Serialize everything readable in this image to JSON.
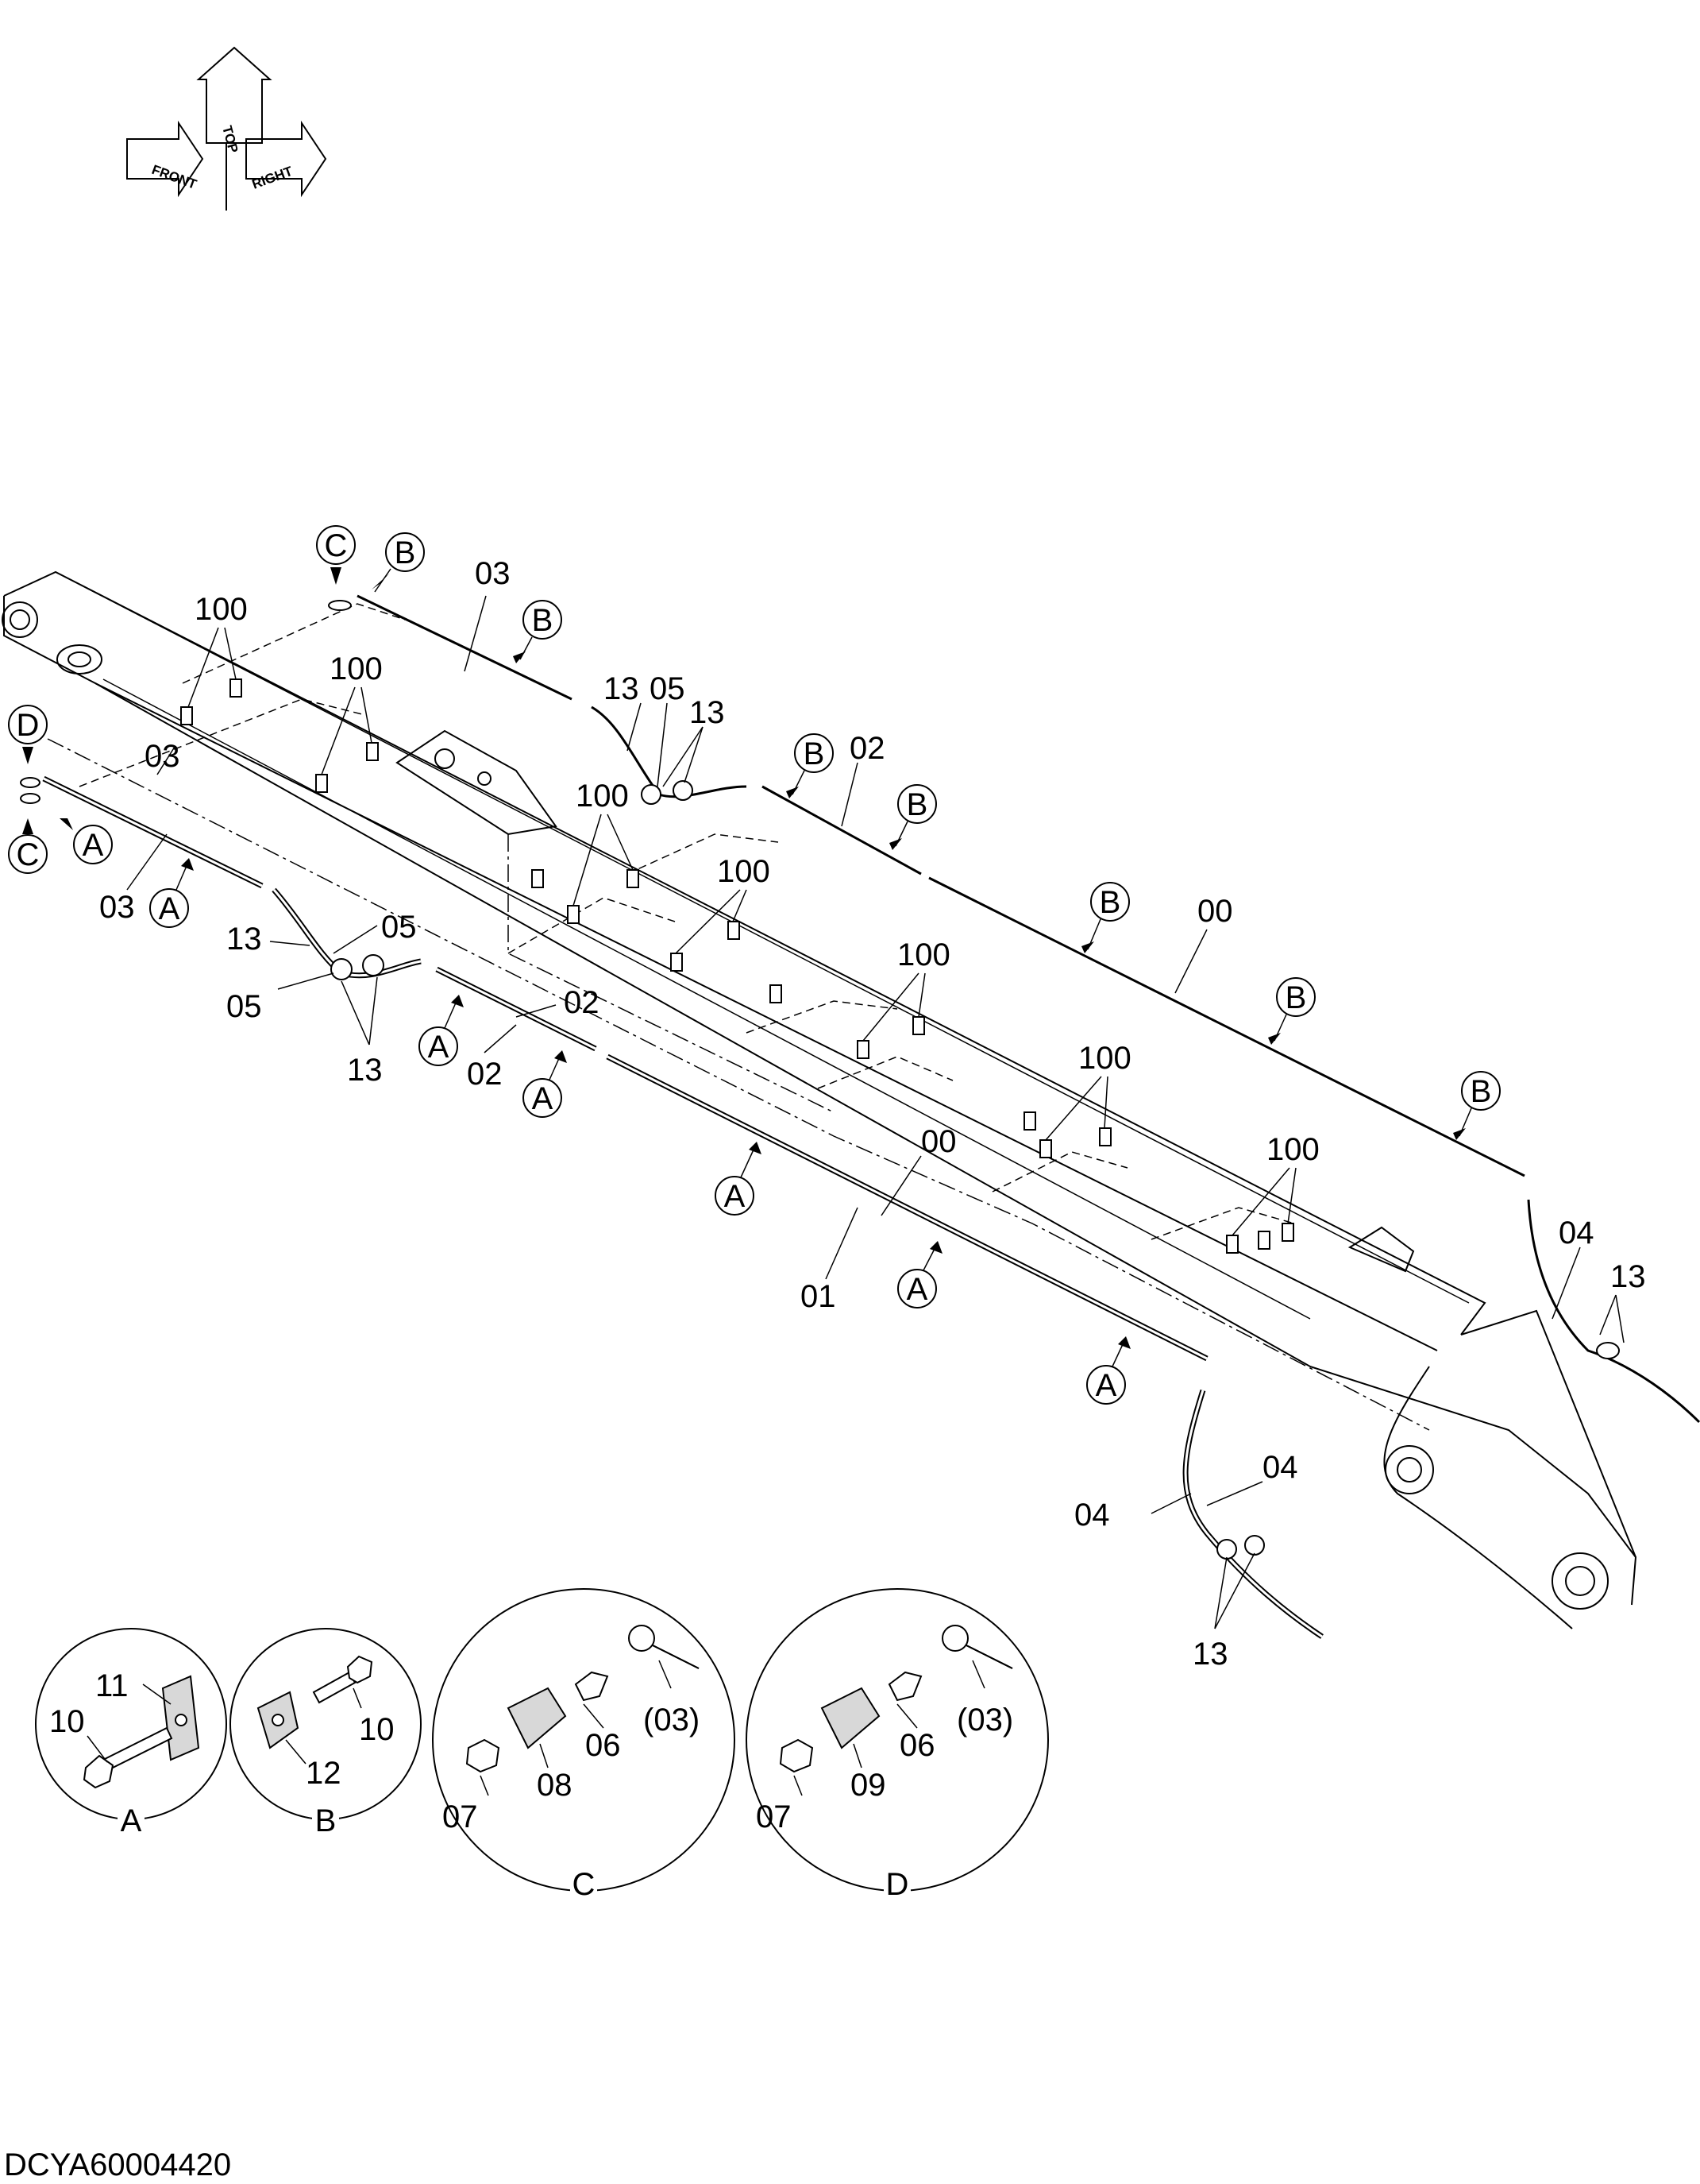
{
  "orientation": {
    "front": "FRONT",
    "top": "TOP",
    "right": "RIGHT"
  },
  "diagram_code": "DCYA60004420",
  "callouts": {
    "c_00_top": "00",
    "c_00_bot": "00",
    "c_01": "01",
    "c_02_top": "02",
    "c_02_mid": "02",
    "c_02_bot": "02",
    "c_03_top": "03",
    "c_03_left1": "03",
    "c_03_left2": "03",
    "c_04_right": "04",
    "c_04_low1": "04",
    "c_04_low2": "04",
    "c_05_top": "05",
    "c_05_left1": "05",
    "c_05_left2": "05",
    "c_13_top1": "13",
    "c_13_top2": "13",
    "c_13_left1": "13",
    "c_13_left2": "13",
    "c_13_right": "13",
    "c_13_low": "13",
    "c_100_1": "100",
    "c_100_2": "100",
    "c_100_3": "100",
    "c_100_4": "100",
    "c_100_5": "100",
    "c_100_6": "100",
    "c_100_7": "100"
  },
  "ref_markers": {
    "B1": "B",
    "B2": "B",
    "B3": "B",
    "B4": "B",
    "B5": "B",
    "B6": "B",
    "B7": "B",
    "A1": "A",
    "A2": "A",
    "A3": "A",
    "A4": "A",
    "A5": "A",
    "A6": "A",
    "A7": "A",
    "C1": "C",
    "C2": "C",
    "D1": "D"
  },
  "details": [
    {
      "caption": "A",
      "labels": [
        "11",
        "10"
      ]
    },
    {
      "caption": "B",
      "labels": [
        "10",
        "12"
      ]
    },
    {
      "caption": "C",
      "labels": [
        "06",
        "(03)",
        "08",
        "07"
      ]
    },
    {
      "caption": "D",
      "labels": [
        "06",
        "(03)",
        "09",
        "07"
      ]
    }
  ]
}
